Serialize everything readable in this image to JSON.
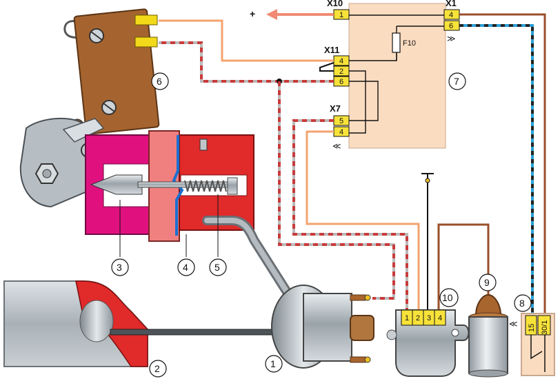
{
  "connectors": {
    "x10": {
      "name": "X10",
      "pins": [
        "1"
      ]
    },
    "x1": {
      "name": "X1",
      "pins": [
        "4",
        "6"
      ]
    },
    "x11": {
      "name": "X11",
      "pins": [
        "4",
        "2",
        "6"
      ]
    },
    "x7": {
      "name": "X7",
      "pins": [
        "5",
        "4"
      ]
    },
    "module10": {
      "pins": [
        "1",
        "2",
        "3",
        "4"
      ]
    },
    "relay8": {
      "pins": [
        "15",
        "30/1"
      ]
    }
  },
  "fuse": {
    "label": "F10"
  },
  "plus_sign": "+",
  "callouts": [
    "1",
    "2",
    "3",
    "4",
    "5",
    "6",
    "7",
    "8",
    "9",
    "10"
  ],
  "colors": {
    "block_fill": "#fadcc0",
    "connector_fill": "#f7e23a",
    "wire_orange": "#f4a36f",
    "wire_red": "#c93a3a",
    "wire_gray": "#b9b9b9",
    "wire_blue": "#2a9fd6",
    "wire_brown": "#9a4f2a",
    "magenta": "#e0117f",
    "red_housing": "#e12a2a"
  }
}
